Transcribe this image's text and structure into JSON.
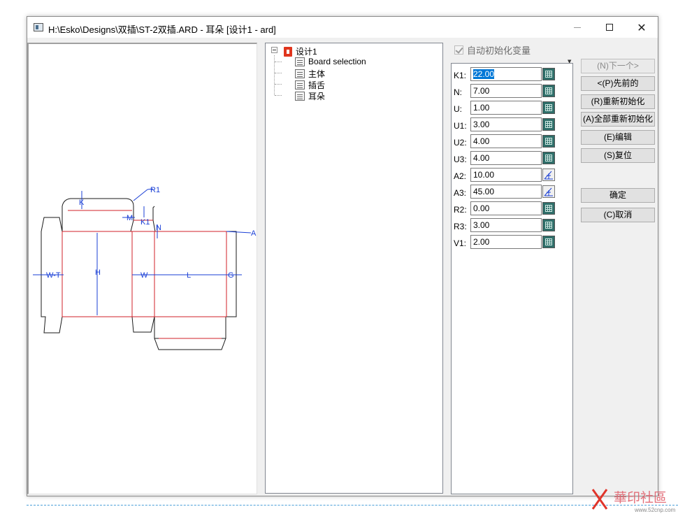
{
  "window": {
    "title": "H:\\Esko\\Designs\\双插\\ST-2双插.ARD - 耳朵 [设计1 - ard]",
    "minimize": "—",
    "maximize": "☐",
    "close": "✕"
  },
  "drawing": {
    "labels": {
      "r1": "R1",
      "k": "K",
      "m": "M",
      "k1": "K1",
      "n": "N",
      "a": "A",
      "wt": "W-T",
      "h": "H",
      "w": "W",
      "l": "L",
      "g": "G"
    }
  },
  "tree": {
    "root": "设计1",
    "children": [
      "Board selection",
      "主体",
      "插舌",
      "耳朵"
    ]
  },
  "auto_init": {
    "label": "自动初始化变量",
    "checked": true
  },
  "variables": [
    {
      "name": "K1:",
      "value": "22.00",
      "tool": "calculator-icon",
      "selected": true
    },
    {
      "name": "N:",
      "value": "7.00",
      "tool": "calculator-icon"
    },
    {
      "name": "U:",
      "value": "1.00",
      "tool": "calculator-icon"
    },
    {
      "name": "U1:",
      "value": "3.00",
      "tool": "calculator-icon"
    },
    {
      "name": "U2:",
      "value": "4.00",
      "tool": "calculator-icon"
    },
    {
      "name": "U3:",
      "value": "4.00",
      "tool": "calculator-icon"
    },
    {
      "name": "A2:",
      "value": "10.00",
      "tool": "angle-icon"
    },
    {
      "name": "A3:",
      "value": "45.00",
      "tool": "angle-icon"
    },
    {
      "name": "R2:",
      "value": "0.00",
      "tool": "calculator-icon"
    },
    {
      "name": "R3:",
      "value": "3.00",
      "tool": "calculator-icon"
    },
    {
      "name": "V1:",
      "value": "2.00",
      "tool": "calculator-icon"
    }
  ],
  "buttons": {
    "next": "(N)下一个>",
    "previous": "<(P)先前的",
    "reinit": "(R)重新初始化",
    "reinit_all": "(A)全部重新初始化",
    "edit": "(E)编辑",
    "reset": "(S)复位",
    "ok": "确定",
    "cancel": "(C)取消"
  },
  "watermark": {
    "text": "華印社區",
    "url": "www.52cnp.com"
  },
  "colors": {
    "dimension_blue": "#1a3fd6",
    "fold_red": "#d0202a",
    "selection_blue": "#0078d7"
  }
}
